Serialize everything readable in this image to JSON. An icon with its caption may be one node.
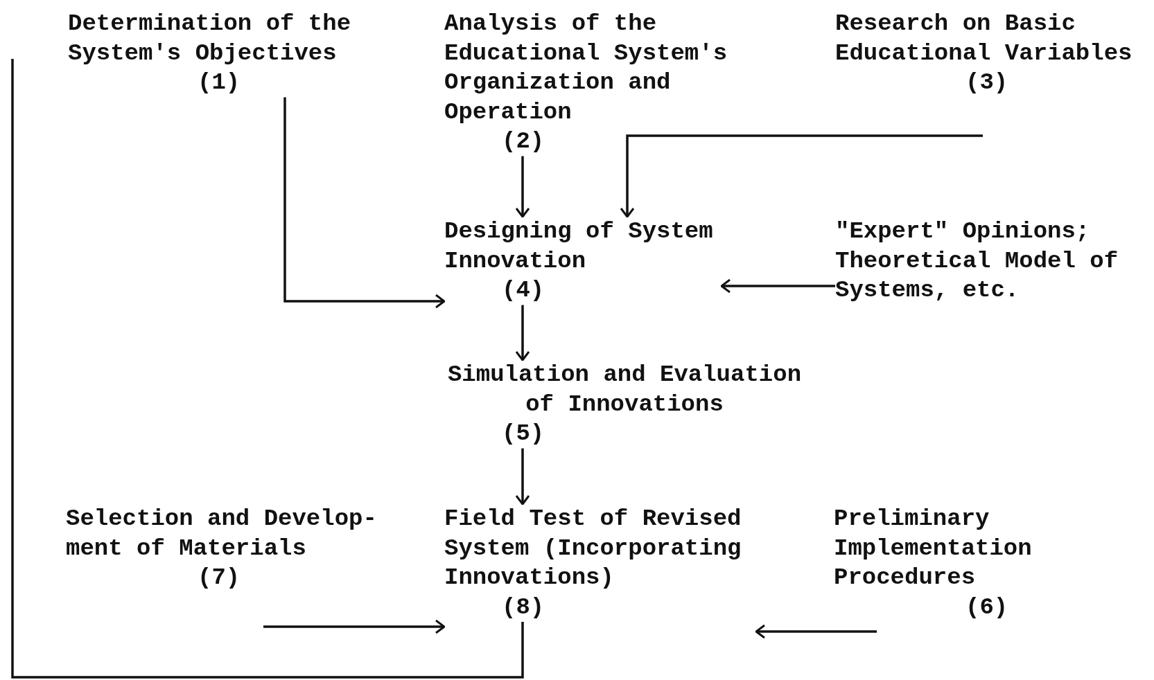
{
  "diagram": {
    "nodes": [
      {
        "text": [
          "Determination of the System's Objectives",
          "(1)"
        ]
      },
      {
        "text": [
          "Analysis of the Educational System's Organization and Operation",
          "(2)"
        ]
      },
      {
        "text": [
          "Research on Basic Educational Variables",
          "(3)"
        ]
      },
      {
        "text": [
          "Designing of System Innovation",
          "(4)"
        ]
      },
      {
        "text": [
          "\"Expert\" Opinions; Theoretical Model of Systems, etc."
        ]
      },
      {
        "text": [
          "Simulation and Evaluation of Innovations",
          "(5)"
        ]
      },
      {
        "text": [
          "Selection and Develop- ment of Materials",
          "(7)"
        ]
      },
      {
        "text": [
          "Field Test of Revised System (Incorporating Innovations)",
          "(8)"
        ]
      },
      {
        "text": [
          "Preliminary Implementation Procedures",
          "(6)"
        ]
      }
    ],
    "edges": [
      {
        "from": 1,
        "to": 3,
        "arrow": "to"
      },
      {
        "from": 2,
        "to": 3,
        "arrow": "to"
      },
      {
        "from": 0,
        "to": 3,
        "arrow": "to"
      },
      {
        "from": 4,
        "to": 3,
        "arrow": "to"
      },
      {
        "from": 3,
        "to": 5,
        "arrow": "to"
      },
      {
        "from": 5,
        "to": 7,
        "arrow": "to"
      },
      {
        "from": 6,
        "to": 7,
        "arrow": "to"
      },
      {
        "from": 8,
        "to": 7,
        "arrow": "to"
      },
      {
        "from": 7,
        "to": 0,
        "arrow": "none"
      }
    ]
  }
}
